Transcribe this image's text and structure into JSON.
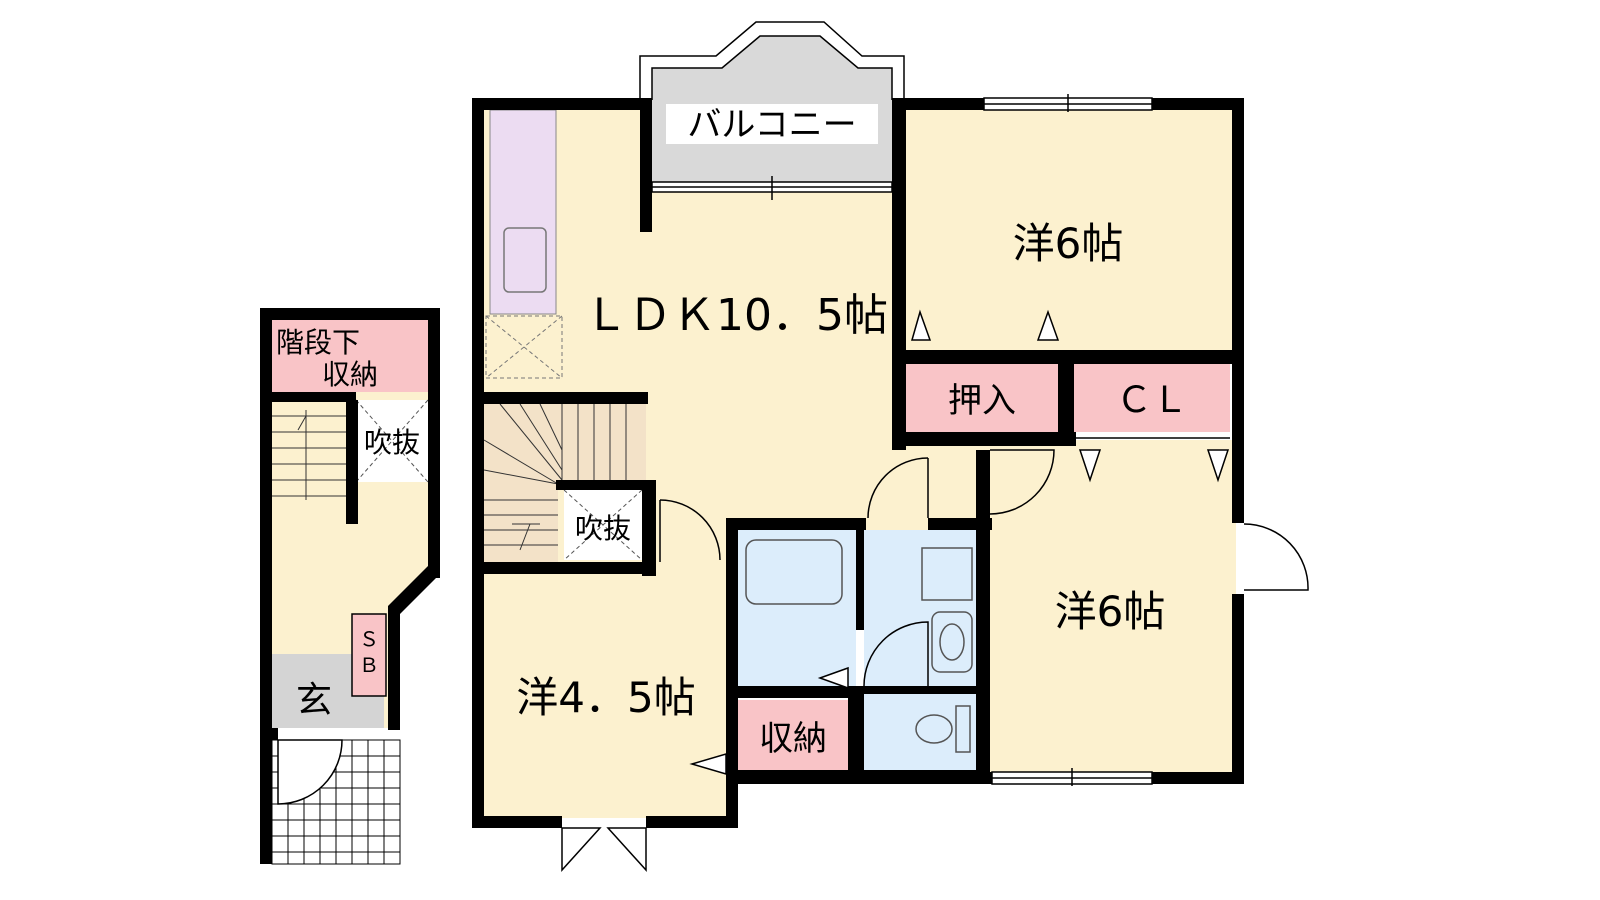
{
  "rooms": {
    "ldk": "ＬＤＫ10．5帖",
    "balcony": "バルコニー",
    "western_ne": "洋6帖",
    "western_se": "洋6帖",
    "western_sw": "洋4．5帖",
    "oshiire": "押入",
    "cl": "ＣＬ",
    "shuno": "収納",
    "fukinuke_main": "吹抜",
    "fukinuke_lower": "吹抜",
    "understair_line1": "階段下",
    "understair_line2": "収納",
    "sb_line1": "Ｓ",
    "sb_line2": "Ｂ",
    "genkan": "玄"
  },
  "colors": {
    "room_fill": "#fcf1cf",
    "storage_fill": "#f9c4c7",
    "water_fill": "#dcedfb",
    "balcony_fill": "#d9d9d9",
    "kitchen_fill": "#ecdcf2",
    "stair_fill": "#f3e2c8",
    "genkan_fill": "#d4d4d4",
    "wall": "#000000"
  }
}
